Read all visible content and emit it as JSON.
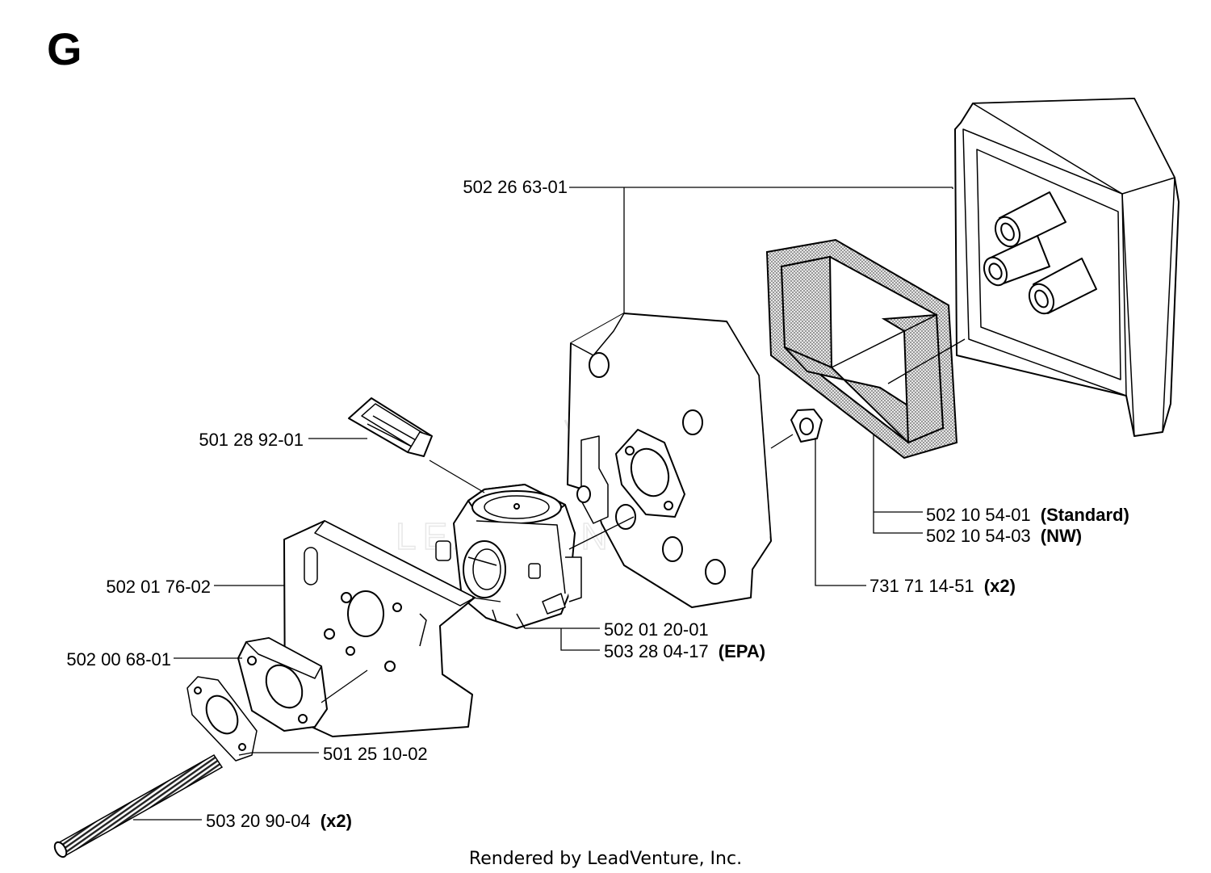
{
  "section_letter": "G",
  "footer": "Rendered by LeadVenture, Inc.",
  "watermark": "LEADVENTURE",
  "labels": {
    "cover_top": {
      "part": "502 26 63-01",
      "note": ""
    },
    "filter_std": {
      "part": "502 10 54-01",
      "note": "(Standard)"
    },
    "filter_nw": {
      "part": "502 10 54-03",
      "note": "(NW)"
    },
    "nut": {
      "part": "731 71 14-51",
      "note": "(x2)"
    },
    "hose": {
      "part": "501 28 92-01",
      "note": ""
    },
    "plate": {
      "part": "502 01 76-02",
      "note": ""
    },
    "carb": {
      "part": "502 01 20-01",
      "note": ""
    },
    "carb_epa": {
      "part": "503 28 04-17",
      "note": "(EPA)"
    },
    "spacer": {
      "part": "502 00 68-01",
      "note": ""
    },
    "gasket": {
      "part": "501 25 10-02",
      "note": ""
    },
    "stud": {
      "part": "503 20 90-04",
      "note": "(x2)"
    }
  }
}
